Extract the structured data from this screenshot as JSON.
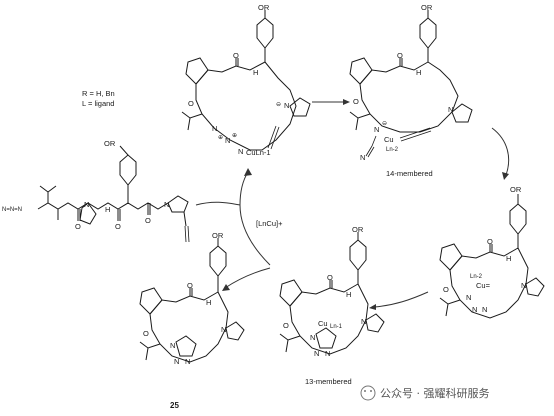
{
  "legend": {
    "line1": "R = H, Bn",
    "line2": "L = ligand"
  },
  "labels": {
    "ring14": "14-membered",
    "ring13": "13-membered",
    "compound": "25",
    "catalyst": "[LnCu]+"
  },
  "atoms": {
    "or": "OR",
    "o": "O",
    "n": "N",
    "nh": "NH",
    "h": "H",
    "cu": "Cu",
    "cu_ln1": "CuLn-1",
    "ln1": "Ln-1",
    "ln2": "Ln-2",
    "plus": "⊕",
    "minus": "⊖",
    "n3_azide": "N=N=N",
    "cu_eq": "Cu="
  },
  "watermark": {
    "text": "公众号 · 强耀科研服务"
  },
  "colors": {
    "ink": "#1a1a1a",
    "arrow": "#333333",
    "watermark": "#555555"
  }
}
